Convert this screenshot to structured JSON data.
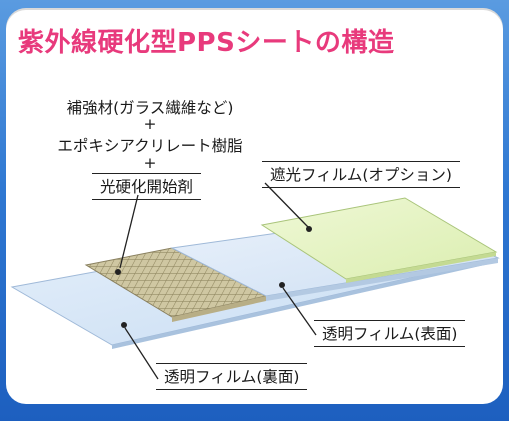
{
  "title": "紫外線硬化型PPSシートの構造",
  "composition": {
    "line1": "補強材(ガラス繊維など)",
    "plus1": "+",
    "line2": "エポキシアクリレート樹脂",
    "plus2": "+",
    "line3": "光硬化開始剤"
  },
  "labels": {
    "shading_film": "遮光フィルム(オプション)",
    "clear_film_front": "透明フィルム(表面)",
    "clear_film_back": "透明フィルム(裏面)"
  },
  "colors": {
    "title": "#e83a7c",
    "back_film": "#d6e6f7",
    "mesh": "#c8bf98",
    "front_film": "#dce8f6",
    "shading_film": "#e6f3c6"
  }
}
